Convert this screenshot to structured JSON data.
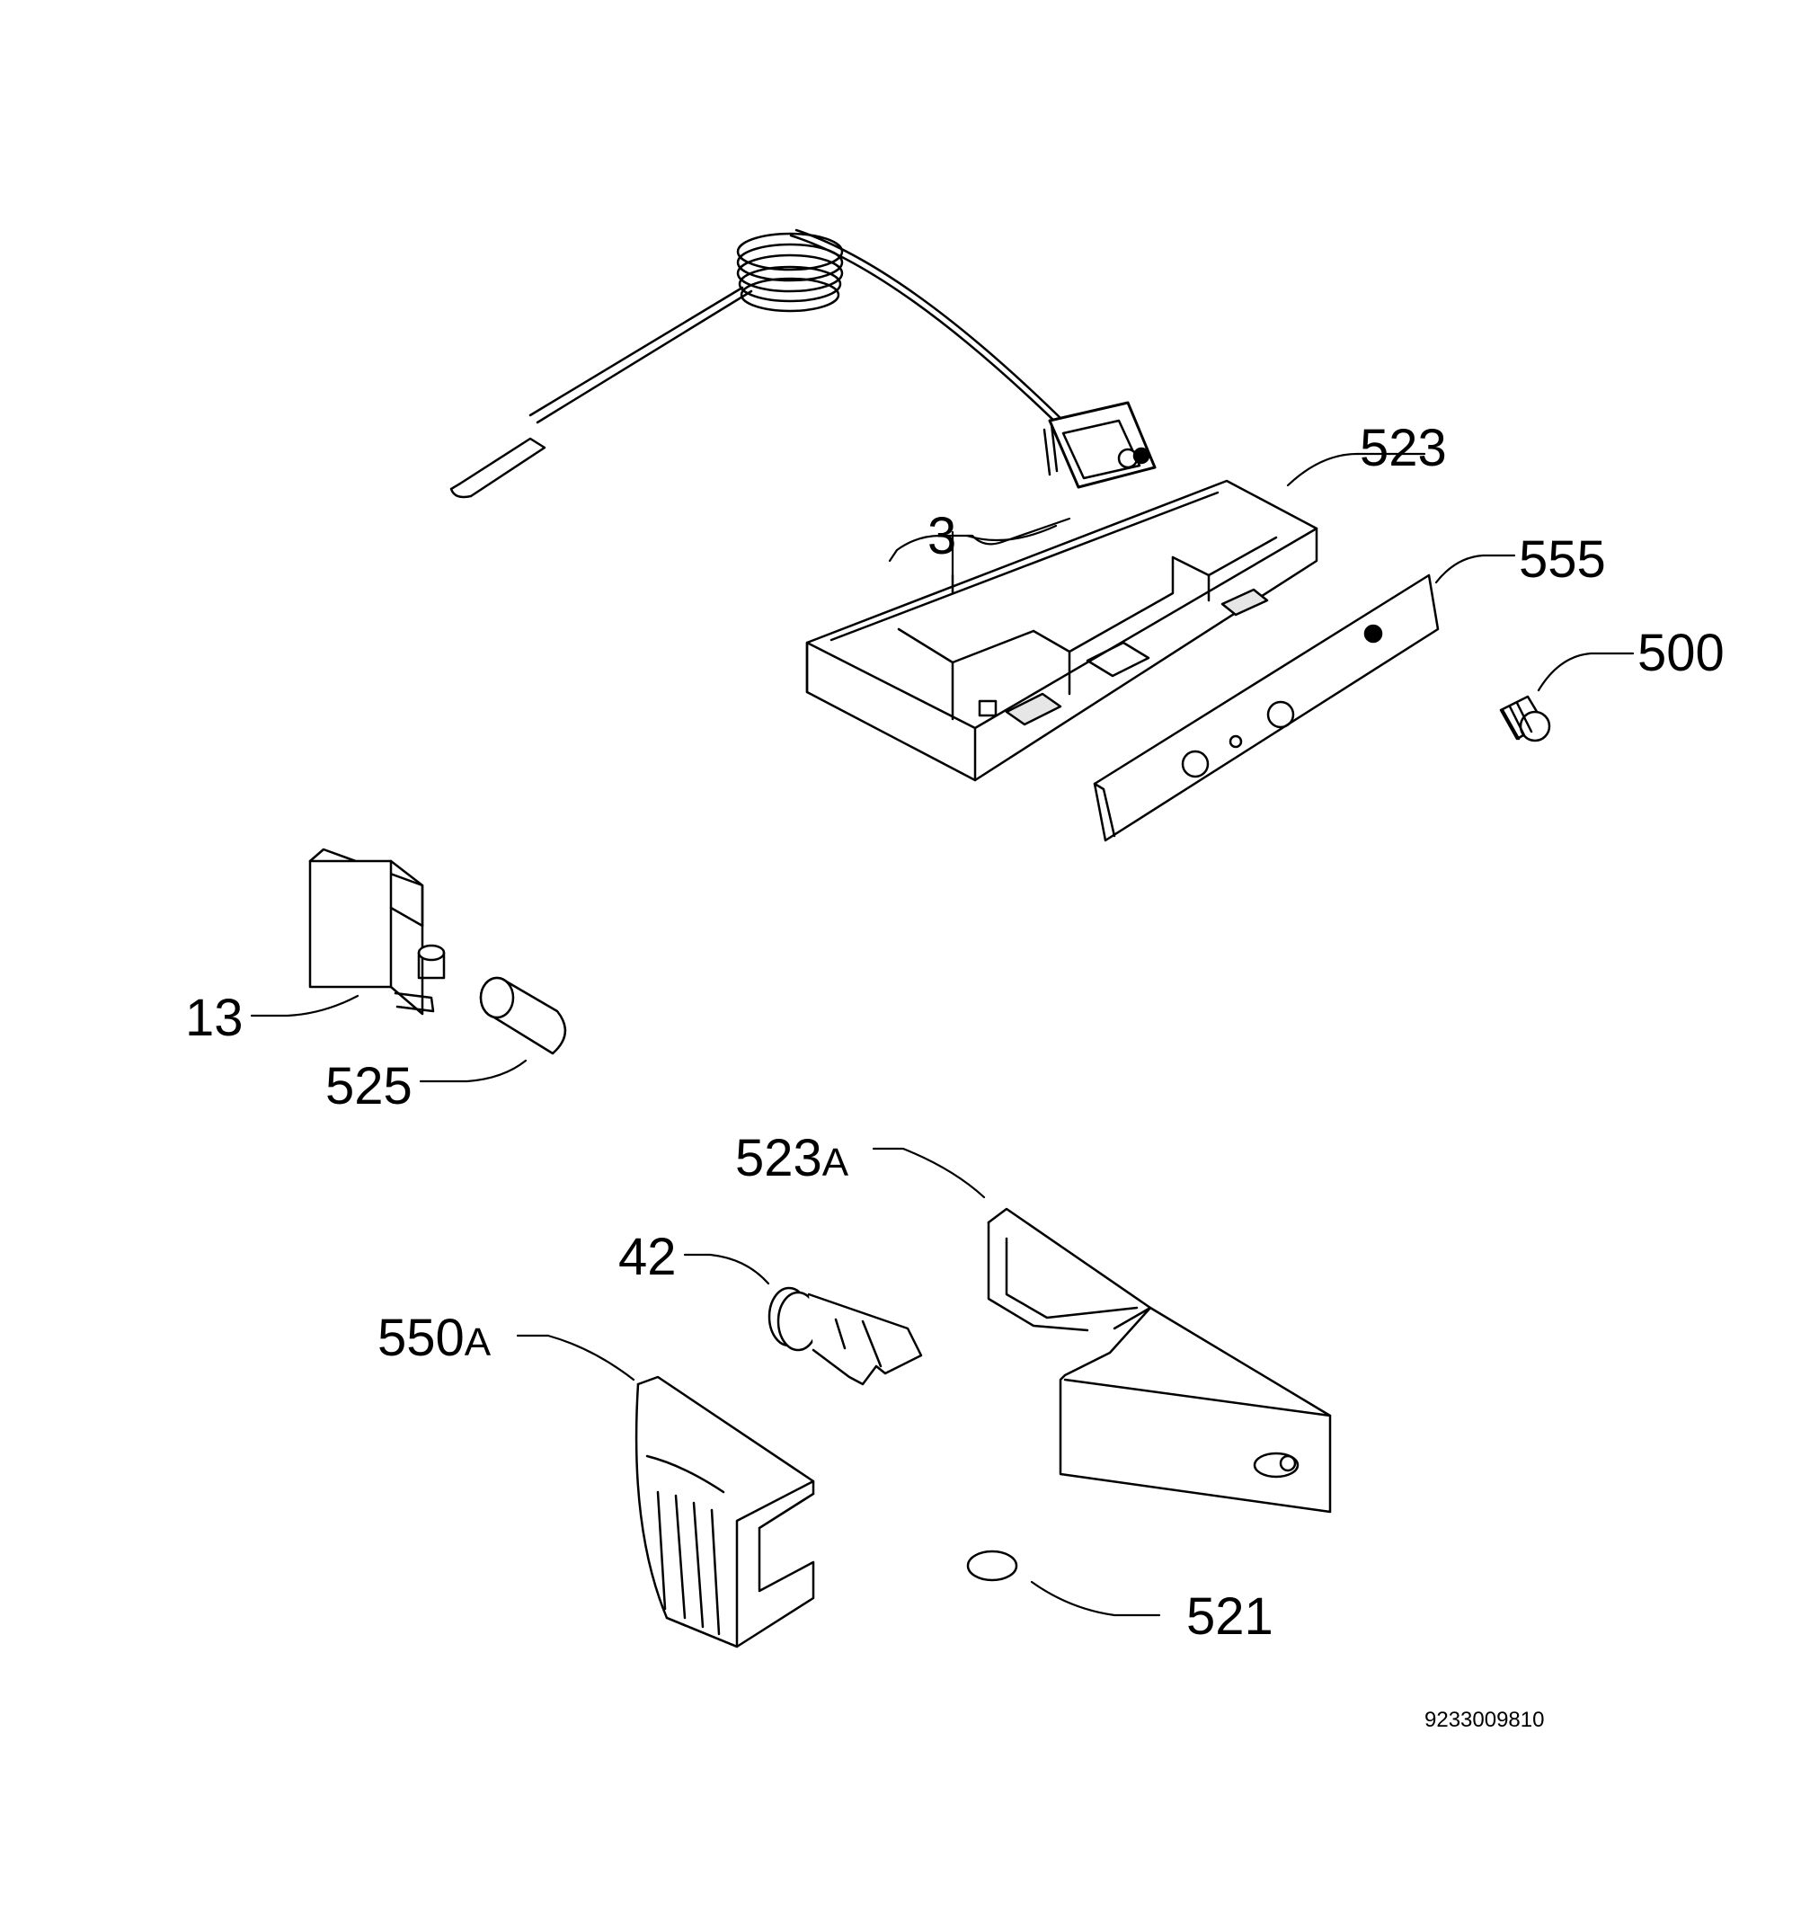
{
  "diagram": {
    "labels": [
      {
        "id": "thermostat",
        "number": "3",
        "suffix": ""
      },
      {
        "id": "switch",
        "number": "13",
        "suffix": ""
      },
      {
        "id": "lamp-bulb",
        "number": "42",
        "suffix": ""
      },
      {
        "id": "knob",
        "number": "500",
        "suffix": ""
      },
      {
        "id": "ring",
        "number": "521",
        "suffix": ""
      },
      {
        "id": "housing",
        "number": "523",
        "suffix": ""
      },
      {
        "id": "lamp-cover",
        "number": "523",
        "suffix": "A"
      },
      {
        "id": "bulb",
        "number": "525",
        "suffix": ""
      },
      {
        "id": "end-cap",
        "number": "550",
        "suffix": "A"
      },
      {
        "id": "panel",
        "number": "555",
        "suffix": ""
      }
    ],
    "drawing_code": "9233009810"
  },
  "colors": {
    "ink": "#000000",
    "paper": "#ffffff",
    "shade": "#e6e6e6"
  }
}
